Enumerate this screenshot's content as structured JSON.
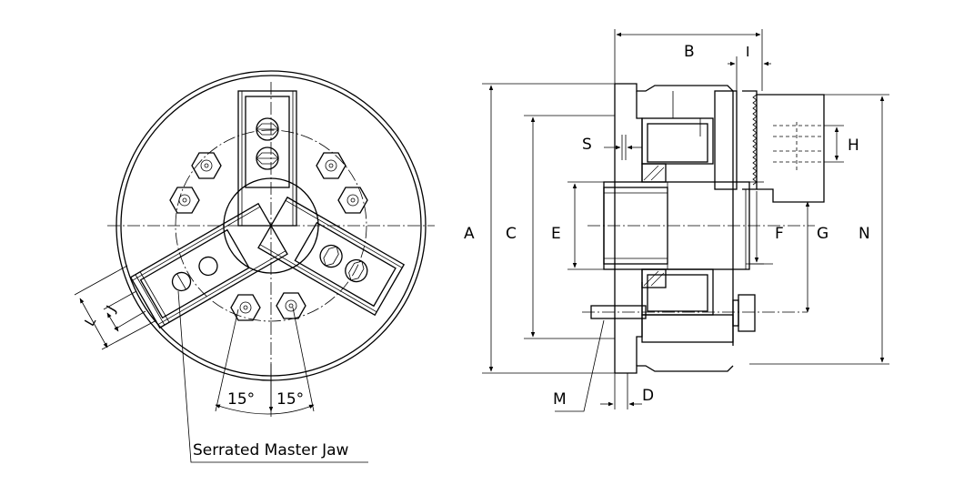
{
  "front_view": {
    "callout": "Serrated Master Jaw",
    "angle_left": "15°",
    "angle_right": "15°",
    "dim_jaw_outer": "L",
    "dim_jaw_inner": "J"
  },
  "section_view": {
    "dims": {
      "A": "A",
      "B": "B",
      "C": "C",
      "D": "D",
      "E": "E",
      "F": "F",
      "G": "G",
      "H": "H",
      "I": "I",
      "M": "M",
      "N": "N",
      "S": "S"
    }
  }
}
